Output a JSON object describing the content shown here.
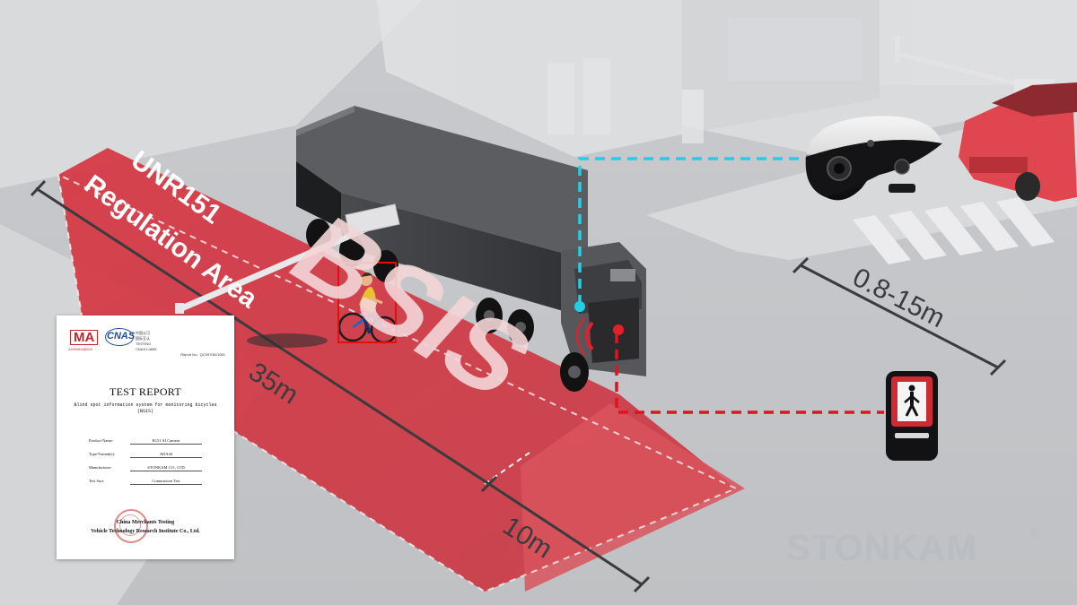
{
  "zone": {
    "title_line1": "UNR151",
    "title_line2": "Regulation Area",
    "acronym": "BSIS"
  },
  "dimensions": {
    "length_main": "35m",
    "length_extra": "10m",
    "camera_range": "0.8-15m"
  },
  "report": {
    "ma_mark": "MA",
    "ma_number": "220008348203",
    "cnas_mark": "CNAS",
    "accreditation_lines": [
      "中国认可",
      "国际互认",
      "TESTING",
      "CNAS L0855"
    ],
    "report_no": "Report No.: QC0970621051",
    "title": "TEST REPORT",
    "subtitle": "Blind spot information system for monitoring bicycles (BSIS)",
    "fields": [
      {
        "label": "Product Name:",
        "value": "R151 AI Camera"
      },
      {
        "label": "Type/Variant(s):",
        "value": "ADA44"
      },
      {
        "label": "Manufacturer:",
        "value": "STONKAM CO., LTD"
      },
      {
        "label": "Test Sort:",
        "value": "Commission Test"
      }
    ],
    "lab_line1": "China Merchants Testing",
    "lab_line2": "Vehicle Technology Research Institute Co., Ltd."
  },
  "brand": {
    "name": "STONKAM",
    "registered": "®"
  },
  "colors": {
    "zone_red": "#d8404b",
    "camera_link": "#21d0e6",
    "alarm_link": "#e0141f",
    "detection_box": "#e01010"
  },
  "icons": [
    "side-camera-icon",
    "pedestrian-alarm-icon",
    "cyclist-icon",
    "truck-icon",
    "car-icon",
    "traffic-light-icon"
  ]
}
